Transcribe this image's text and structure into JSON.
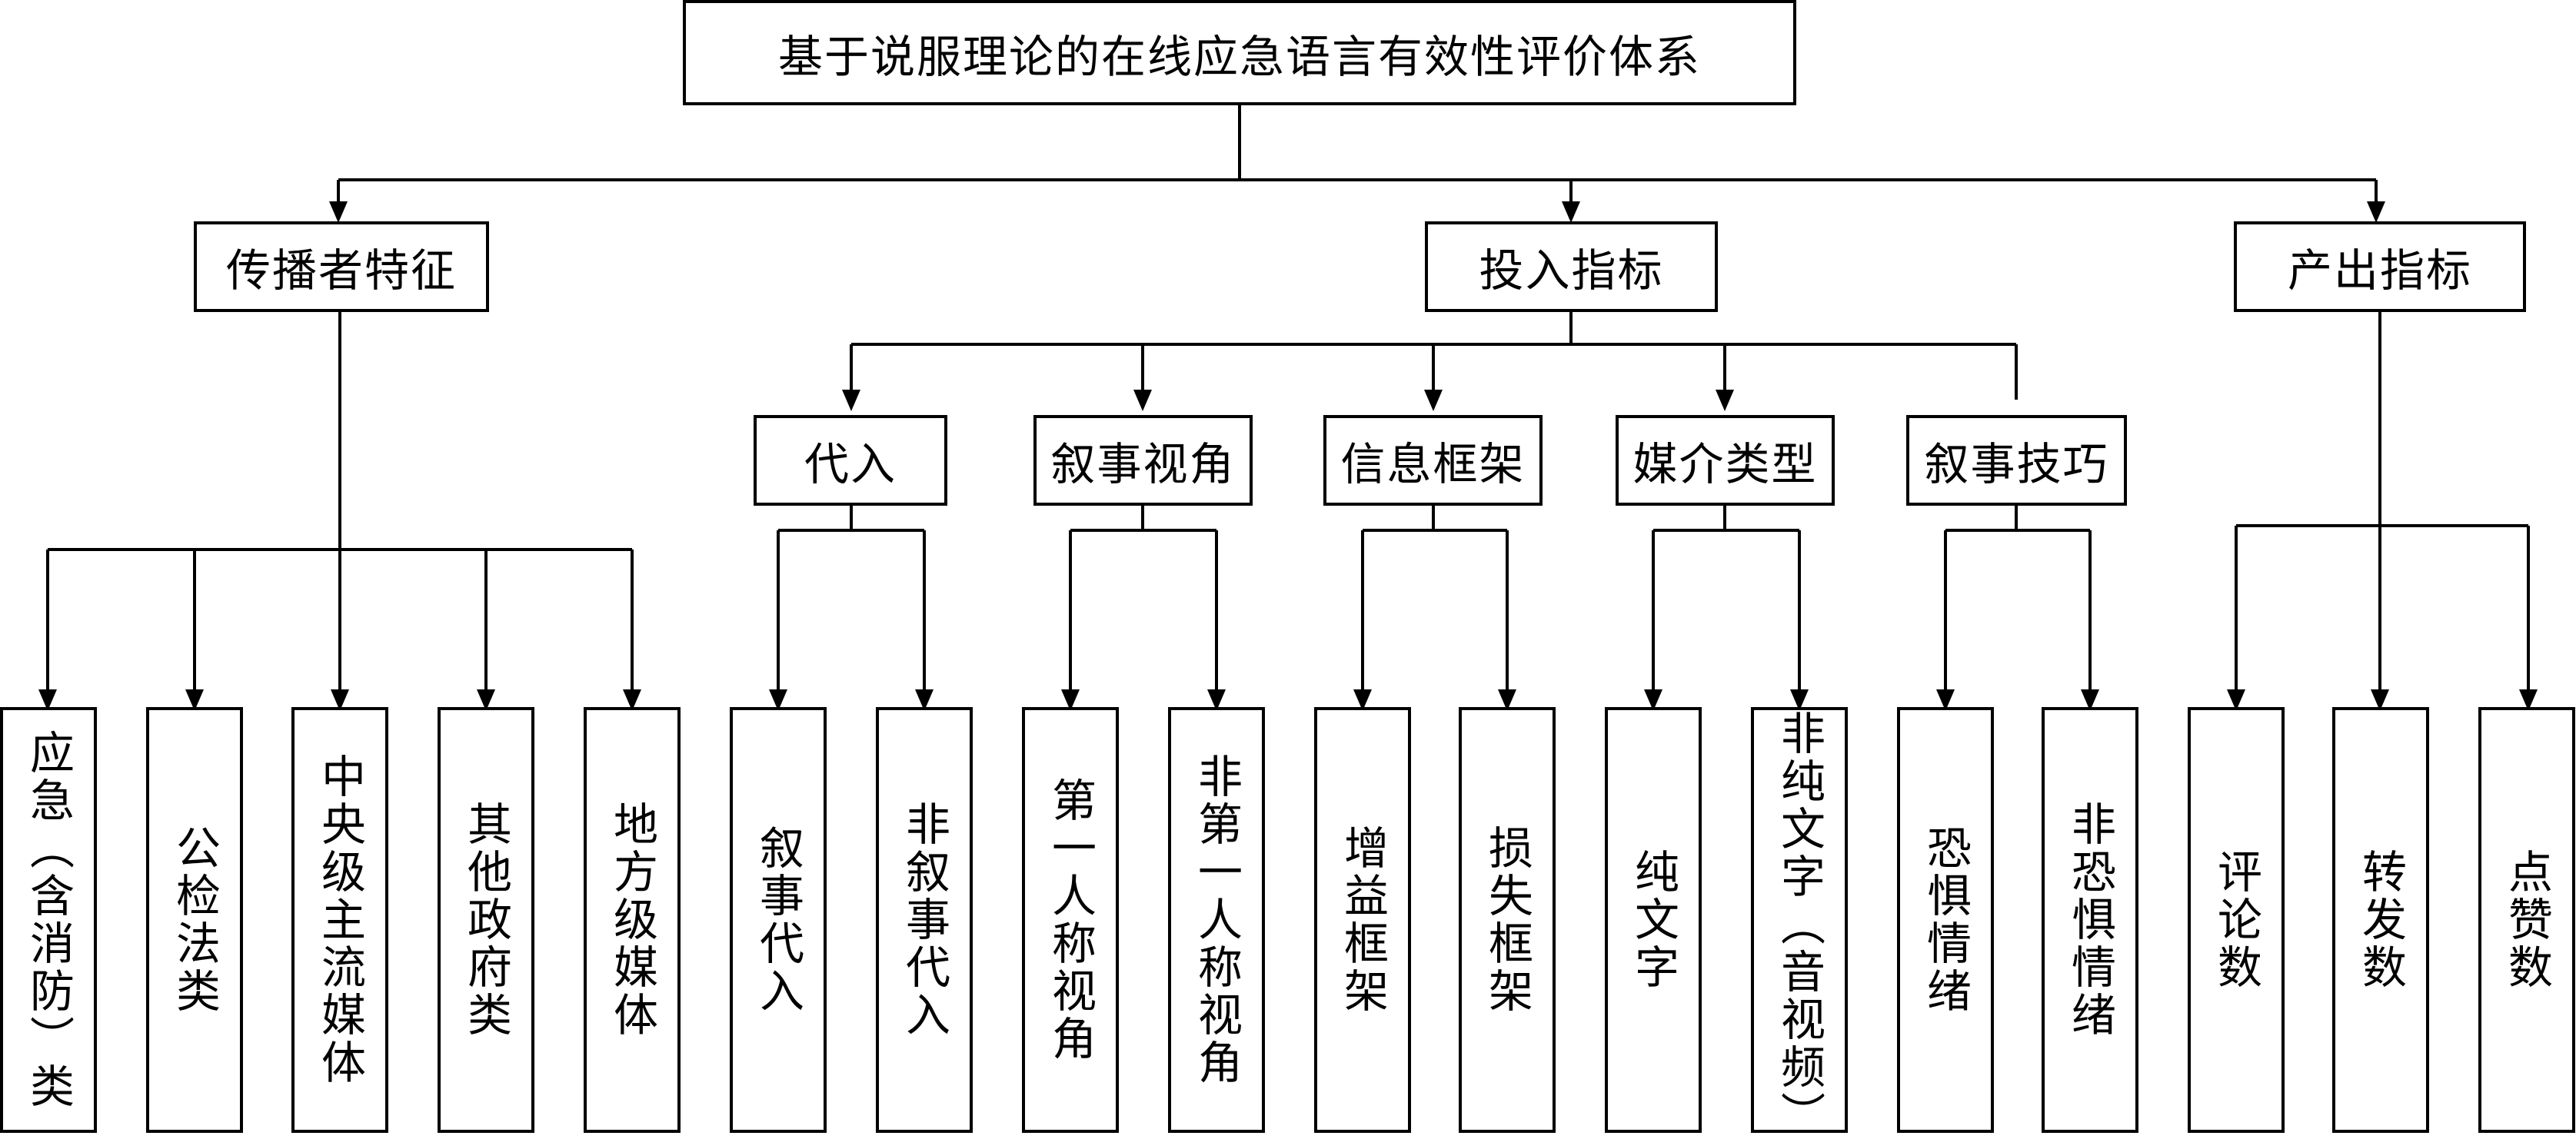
{
  "title": "基于说服理论的在线应急语言有效性评价体系",
  "level1": [
    "传播者特征",
    "投入指标",
    "产出指标"
  ],
  "level2": [
    "代入",
    "叙事视角",
    "信息框架",
    "媒介类型",
    "叙事技巧"
  ],
  "leaves": {
    "communicator": [
      "应急（含消防）类",
      "公检法类",
      "中央级主流媒体",
      "其他政府类",
      "地方级媒体"
    ],
    "substitution": [
      "叙事代入",
      "非叙事代入"
    ],
    "perspective": [
      "第一人称视角",
      "非第一人称视角"
    ],
    "frame": [
      "增益框架",
      "损失框架"
    ],
    "media": [
      "纯文字",
      "非纯文字（音视频）"
    ],
    "technique": [
      "恐惧情绪",
      "非恐惧情绪"
    ],
    "output": [
      "评论数",
      "转发数",
      "点赞数"
    ]
  }
}
